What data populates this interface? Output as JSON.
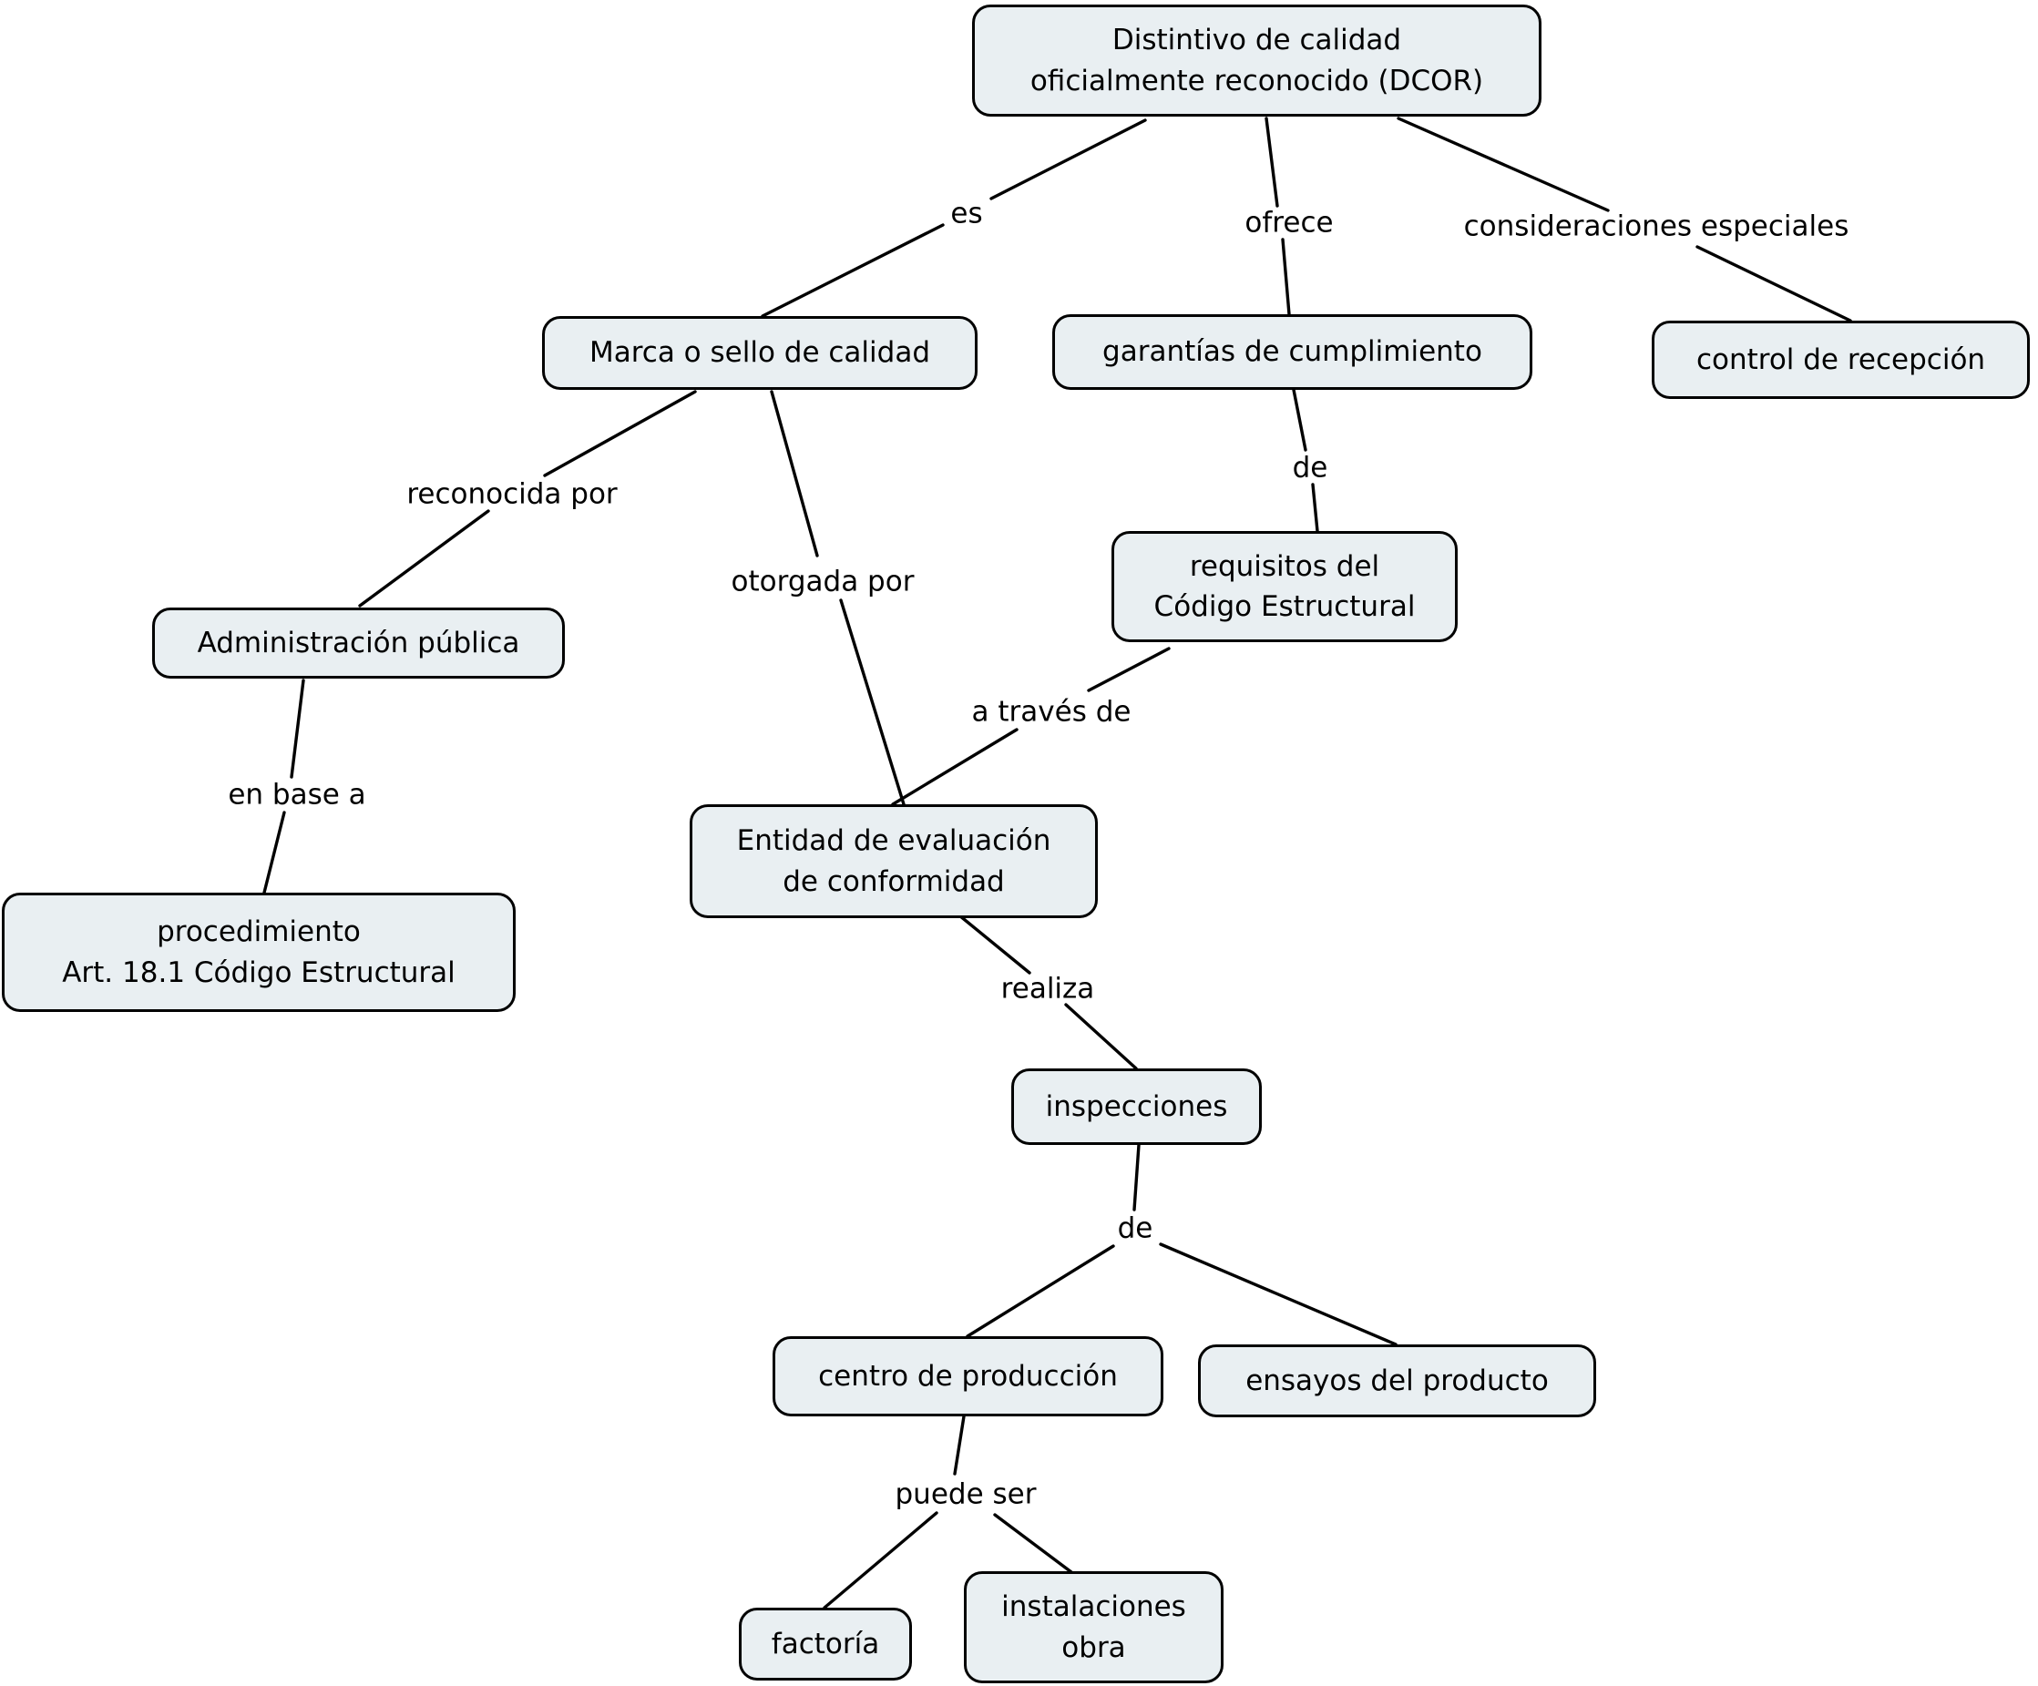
{
  "colors": {
    "background": "#ffffff",
    "node_fill": "#e9eff2",
    "node_border": "#000000",
    "line": "#000000",
    "text": "#000000"
  },
  "nodes": {
    "dcor": {
      "label": "Distintivo de calidad\noficialmente reconocido (DCOR)"
    },
    "marca": {
      "label": "Marca o sello de calidad"
    },
    "garantias": {
      "label": "garantías de cumplimiento"
    },
    "control": {
      "label": "control de recepción"
    },
    "requisitos": {
      "label": "requisitos del\nCódigo Estructural"
    },
    "admin": {
      "label": "Administración pública"
    },
    "procedimiento": {
      "label": "procedimiento\nArt. 18.1 Código Estructural"
    },
    "entidad": {
      "label": "Entidad de evaluación\nde conformidad"
    },
    "inspecciones": {
      "label": "inspecciones"
    },
    "centro": {
      "label": "centro de producción"
    },
    "ensayos": {
      "label": "ensayos del producto"
    },
    "factoria": {
      "label": "factoría"
    },
    "instalaciones": {
      "label": "instalaciones\nobra"
    }
  },
  "link_labels": {
    "es": {
      "label": "es"
    },
    "ofrece": {
      "label": "ofrece"
    },
    "consideraciones": {
      "label": "consideraciones especiales"
    },
    "reconocida": {
      "label": "reconocida por"
    },
    "otorgada": {
      "label": "otorgada por"
    },
    "de_requisitos": {
      "label": "de"
    },
    "a_traves": {
      "label": "a través de"
    },
    "en_base": {
      "label": "en base a"
    },
    "realiza": {
      "label": "realiza"
    },
    "de_inspecciones": {
      "label": "de"
    },
    "puede_ser": {
      "label": "puede ser"
    }
  }
}
